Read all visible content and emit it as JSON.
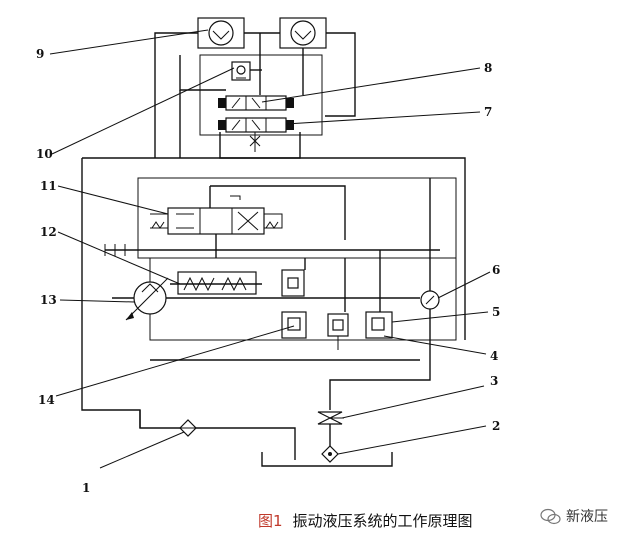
{
  "caption": {
    "figure_label": "图1",
    "title": "振动液压系统的工作原理图"
  },
  "watermark": {
    "text": "新液压"
  },
  "callouts": [
    "1",
    "2",
    "3",
    "4",
    "5",
    "6",
    "7",
    "8",
    "9",
    "10",
    "11",
    "12",
    "13",
    "14"
  ]
}
